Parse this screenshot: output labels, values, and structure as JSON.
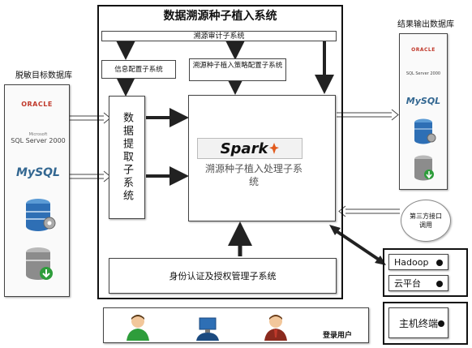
{
  "main_title": "数据溯源种子植入系统",
  "audit_subsystem": "溯源审计子系统",
  "info_config_subsystem": "信息配置子系统",
  "strategy_config_subsystem": "溯源种子植入策略配置子系统",
  "extract_subsystem": "数据提取子系统",
  "processing_subsystem": "溯源种子植入处理子系统",
  "spark_logo": "Spark",
  "auth_subsystem": "身份认证及授权管理子系统",
  "source_db_title": "脱敏目标数据库",
  "result_db_title": "结果输出数据库",
  "third_party": "第三方接口调用",
  "hadoop": "Hadoop",
  "cloud": "云平台",
  "host_terminal": "主机终端",
  "login_users": "登录用户",
  "db_logos": {
    "oracle": "ORACLE",
    "sqlserver_small": "Microsoft",
    "sqlserver": "SQL Server 2000",
    "mysql": "MySQL"
  },
  "colors": {
    "arrow": "#222222",
    "border": "#444444",
    "db_blue": "#2e6fb5",
    "db_green": "#2e9d3b"
  }
}
